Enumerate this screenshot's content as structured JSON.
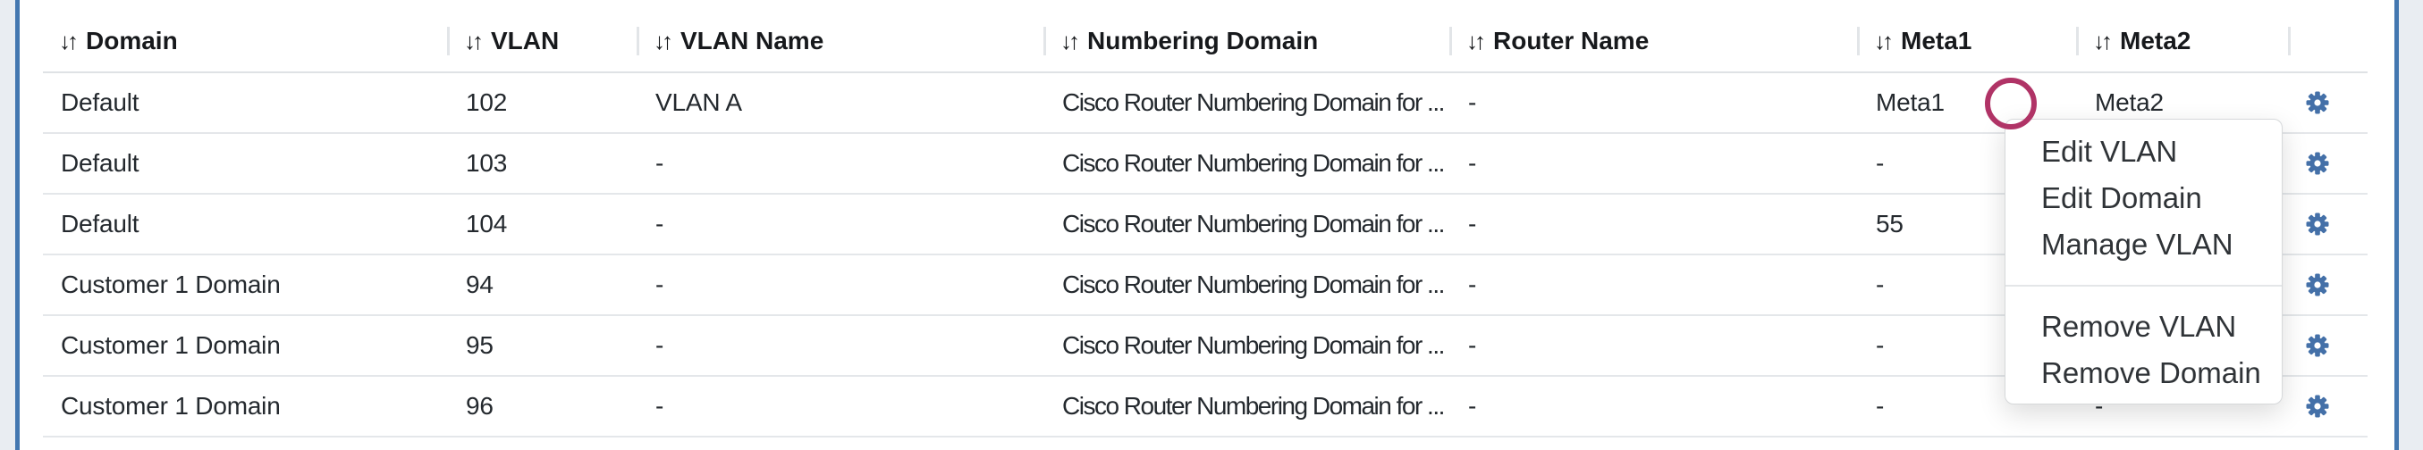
{
  "table": {
    "sort_icon": "↓↑",
    "columns": [
      {
        "key": "domain",
        "label": "Domain"
      },
      {
        "key": "vlan",
        "label": "VLAN"
      },
      {
        "key": "vlan_name",
        "label": "VLAN Name"
      },
      {
        "key": "numbering_domain",
        "label": "Numbering Domain"
      },
      {
        "key": "router_name",
        "label": "Router Name"
      },
      {
        "key": "meta1",
        "label": "Meta1"
      },
      {
        "key": "meta2",
        "label": "Meta2"
      }
    ],
    "rows": [
      {
        "domain": "Default",
        "vlan": "102",
        "vlan_name": "VLAN A",
        "numbering_domain": "Cisco Router Numbering Domain for ...",
        "router_name": "-",
        "meta1": "Meta1",
        "meta2": "Meta2"
      },
      {
        "domain": "Default",
        "vlan": "103",
        "vlan_name": "-",
        "numbering_domain": "Cisco Router Numbering Domain for ...",
        "router_name": "-",
        "meta1": "-",
        "meta2": "-"
      },
      {
        "domain": "Default",
        "vlan": "104",
        "vlan_name": "-",
        "numbering_domain": "Cisco Router Numbering Domain for ...",
        "router_name": "-",
        "meta1": "55",
        "meta2": "-"
      },
      {
        "domain": "Customer 1 Domain",
        "vlan": "94",
        "vlan_name": "-",
        "numbering_domain": "Cisco Router Numbering Domain for ...",
        "router_name": "-",
        "meta1": "-",
        "meta2": "-"
      },
      {
        "domain": "Customer 1 Domain",
        "vlan": "95",
        "vlan_name": "-",
        "numbering_domain": "Cisco Router Numbering Domain for ...",
        "router_name": "-",
        "meta1": "-",
        "meta2": "-"
      },
      {
        "domain": "Customer 1 Domain",
        "vlan": "96",
        "vlan_name": "-",
        "numbering_domain": "Cisco Router Numbering Domain for ...",
        "router_name": "-",
        "meta1": "-",
        "meta2": "-"
      }
    ]
  },
  "menu": {
    "group1": [
      "Edit VLAN",
      "Edit Domain",
      "Manage VLAN"
    ],
    "group2": [
      "Remove VLAN",
      "Remove Domain"
    ]
  },
  "annotation": {
    "shape": "circle",
    "color": "#b03366"
  },
  "colors": {
    "gear_icon": "#4470a8",
    "edge_line": "#4377b0",
    "side_strip": "#e9edf2",
    "row_divider": "#e4e7ea",
    "annotation_circle": "#b03366"
  }
}
